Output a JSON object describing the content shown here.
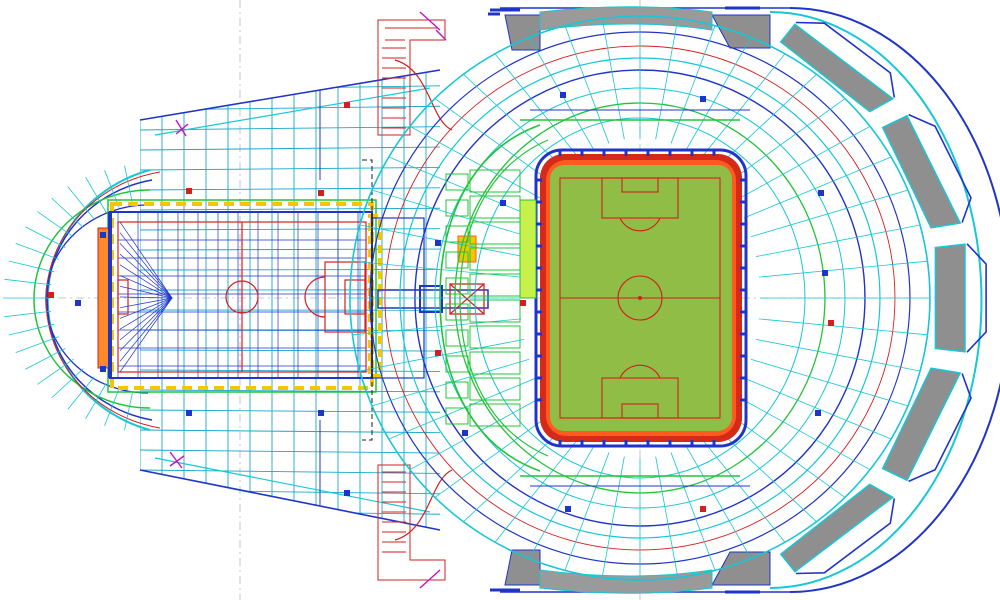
{
  "drawing": {
    "kind": "architectural-floor-plan",
    "subject": "stadium-and-arena-complex",
    "palette": {
      "background": "#ffffff",
      "cyan": "#16c7d6",
      "blue": "#1f34c9",
      "green": "#20c43a",
      "red": "#d51f1f",
      "dark_red": "#9b1d1d",
      "orange": "#ff5a1f",
      "yellow": "#f3c700",
      "field_green": "#8fbd45",
      "gray": "#8f8f8f",
      "magenta": "#c014c8"
    },
    "icons": [
      "column-grid",
      "staircase",
      "seating-bowl",
      "soccer-pitch",
      "indoor-court",
      "escape-route-arrow"
    ]
  }
}
